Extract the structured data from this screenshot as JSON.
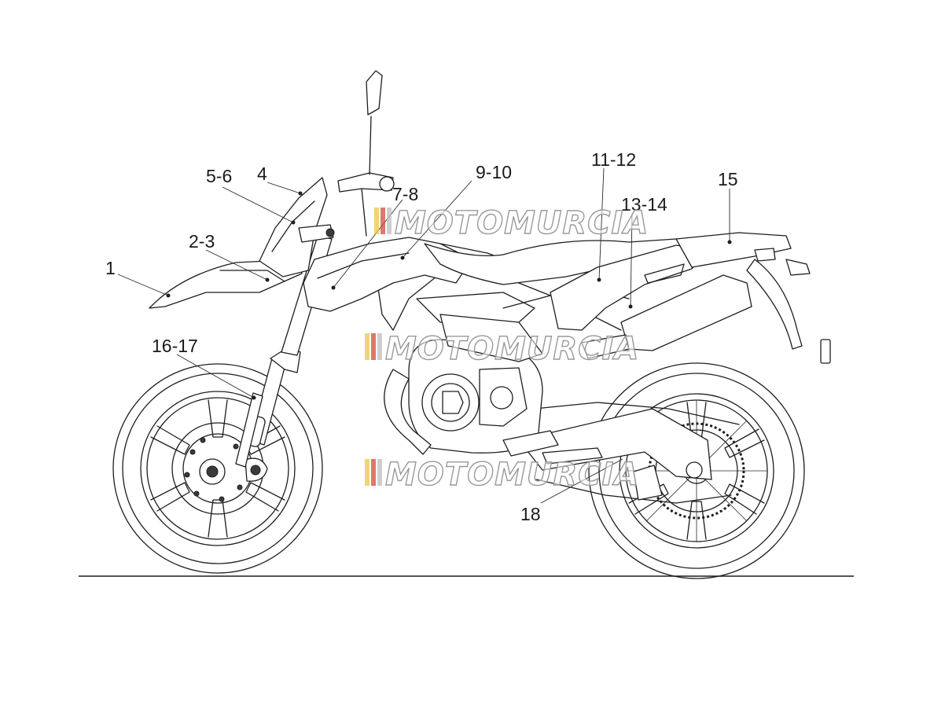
{
  "diagram": {
    "callouts": [
      {
        "id": "c1",
        "label": "1"
      },
      {
        "id": "c2",
        "label": "2-3"
      },
      {
        "id": "c3",
        "label": "5-6"
      },
      {
        "id": "c4",
        "label": "4"
      },
      {
        "id": "c5",
        "label": "7-8"
      },
      {
        "id": "c6",
        "label": "9-10"
      },
      {
        "id": "c7",
        "label": "11-12"
      },
      {
        "id": "c8",
        "label": "13-14"
      },
      {
        "id": "c9",
        "label": "15"
      },
      {
        "id": "c10",
        "label": "16-17"
      },
      {
        "id": "c11",
        "label": "18"
      }
    ]
  },
  "watermark": {
    "text": "MOTOMURCIA",
    "stripe_colors": [
      "#e8c84a",
      "#d64a3a",
      "#bdbdbd"
    ]
  }
}
